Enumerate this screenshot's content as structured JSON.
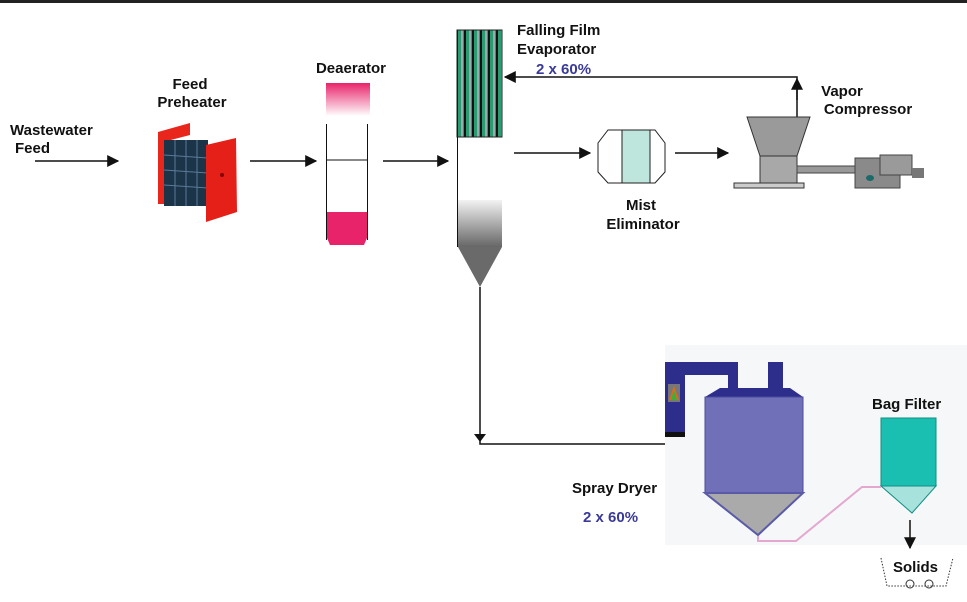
{
  "labels": {
    "wastewater_line1": "Wastewater",
    "wastewater_line2": "Feed",
    "preheater_line1": "Feed",
    "preheater_line2": "Preheater",
    "deaerator": "Deaerator",
    "evaporator_line1": "Falling Film",
    "evaporator_line2": "Evaporator",
    "evaporator_capacity": "2 x 60%",
    "compressor_line1": "Vapor",
    "compressor_line2": "Compressor",
    "mist_line1": "Mist",
    "mist_line2": "Eliminator",
    "spray_dryer": "Spray Dryer",
    "spray_dryer_capacity": "2 x 60%",
    "bag_filter": "Bag Filter",
    "solids": "Solids"
  },
  "colors": {
    "heater_red": "#e8261c",
    "deaerator_pink": "#e8236a",
    "evaporator_green": "#2a9a72",
    "mist_teal": "#bfe6dc",
    "dryer_body": "#7070b8",
    "dryer_duct": "#2d2d8c",
    "bag_filter_teal": "#1bbfb2",
    "capacity_text": "#3a3a98"
  }
}
